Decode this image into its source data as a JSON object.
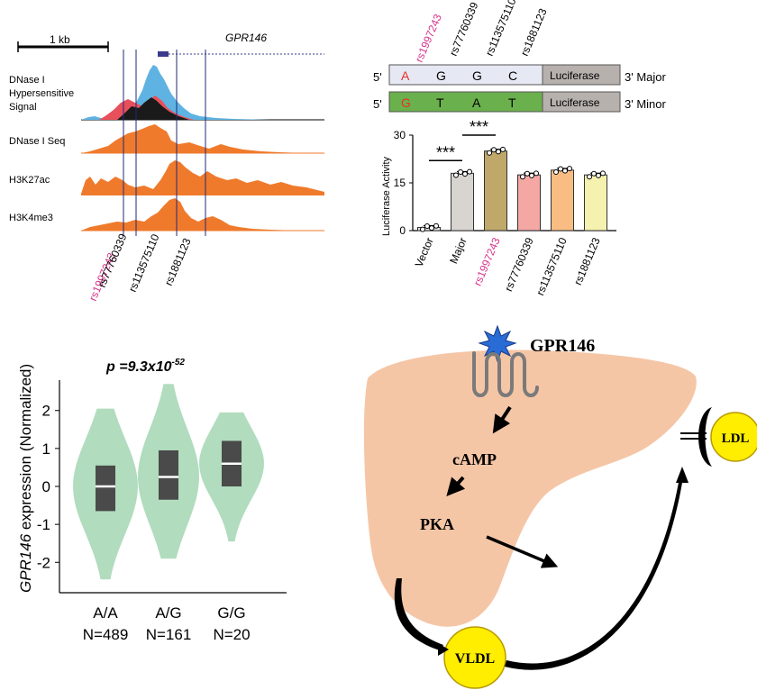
{
  "panel_a": {
    "scale_label": "1 kb",
    "gene_label": "GPR146",
    "tracks": [
      {
        "label_lines": [
          "DNase I",
          "Hypersensitive",
          "Signal"
        ]
      },
      {
        "label_lines": [
          "DNase I Seq"
        ]
      },
      {
        "label_lines": [
          "H3K27ac"
        ]
      },
      {
        "label_lines": [
          "H3K4me3"
        ]
      }
    ],
    "snps": [
      "rs1997243",
      "rs77760339",
      "rs113575110",
      "rs1881123"
    ]
  },
  "panel_b": {
    "snps": [
      "rs1997243",
      "rs77760339",
      "rs113575110",
      "rs1881123"
    ],
    "constructs": [
      {
        "five": "5'",
        "bases": [
          "A",
          "G",
          "G",
          "C"
        ],
        "gene": "Luciferase",
        "three": "3' Major"
      },
      {
        "five": "5'",
        "bases": [
          "G",
          "T",
          "A",
          "T"
        ],
        "gene": "Luciferase",
        "three": "3' Minor"
      }
    ],
    "significance": [
      "***",
      "***"
    ]
  },
  "panel_c": {
    "p_value": {
      "prefix": "p =9.3x10",
      "exponent": "-52"
    },
    "ylabel_gene": "GPR146",
    "ylabel_rest": " expression (Normalized)"
  },
  "panel_d": {
    "gpr146": "GPR146",
    "camp": "cAMP",
    "pka": "PKA",
    "ldl": "LDL",
    "vldl": "VLDL"
  },
  "chart_data": [
    {
      "type": "bar",
      "ylabel": "Luciferase Activity",
      "categories": [
        "Vector",
        "Major",
        "rs1997243",
        "rs77760339",
        "rs113575110",
        "rs1881123"
      ],
      "values": [
        1,
        18,
        25,
        17.5,
        19,
        17.5
      ],
      "ylim": [
        0,
        30
      ],
      "yticks": [
        0,
        15,
        30
      ],
      "colors": [
        "#e0e0e0",
        "#d8d4d0",
        "#bfa86a",
        "#f4a7a3",
        "#f9bd84",
        "#f5f2b0"
      ]
    },
    {
      "type": "violin",
      "ylabel": "GPR146 expression (Normalized)",
      "categories": [
        {
          "genotype": "A/A",
          "n": "N=489"
        },
        {
          "genotype": "A/G",
          "n": "N=161"
        },
        {
          "genotype": "G/G",
          "n": "N=20"
        }
      ],
      "medians": [
        0.0,
        0.25,
        0.6
      ],
      "q1": [
        -0.65,
        -0.35,
        0.0
      ],
      "q3": [
        0.55,
        0.95,
        1.2
      ],
      "min": [
        -2.45,
        -1.9,
        -1.45
      ],
      "max": [
        2.05,
        2.7,
        1.95
      ],
      "ylim": [
        -2.8,
        2.8
      ],
      "yticks": [
        -2,
        -1,
        0,
        1,
        2
      ]
    }
  ]
}
